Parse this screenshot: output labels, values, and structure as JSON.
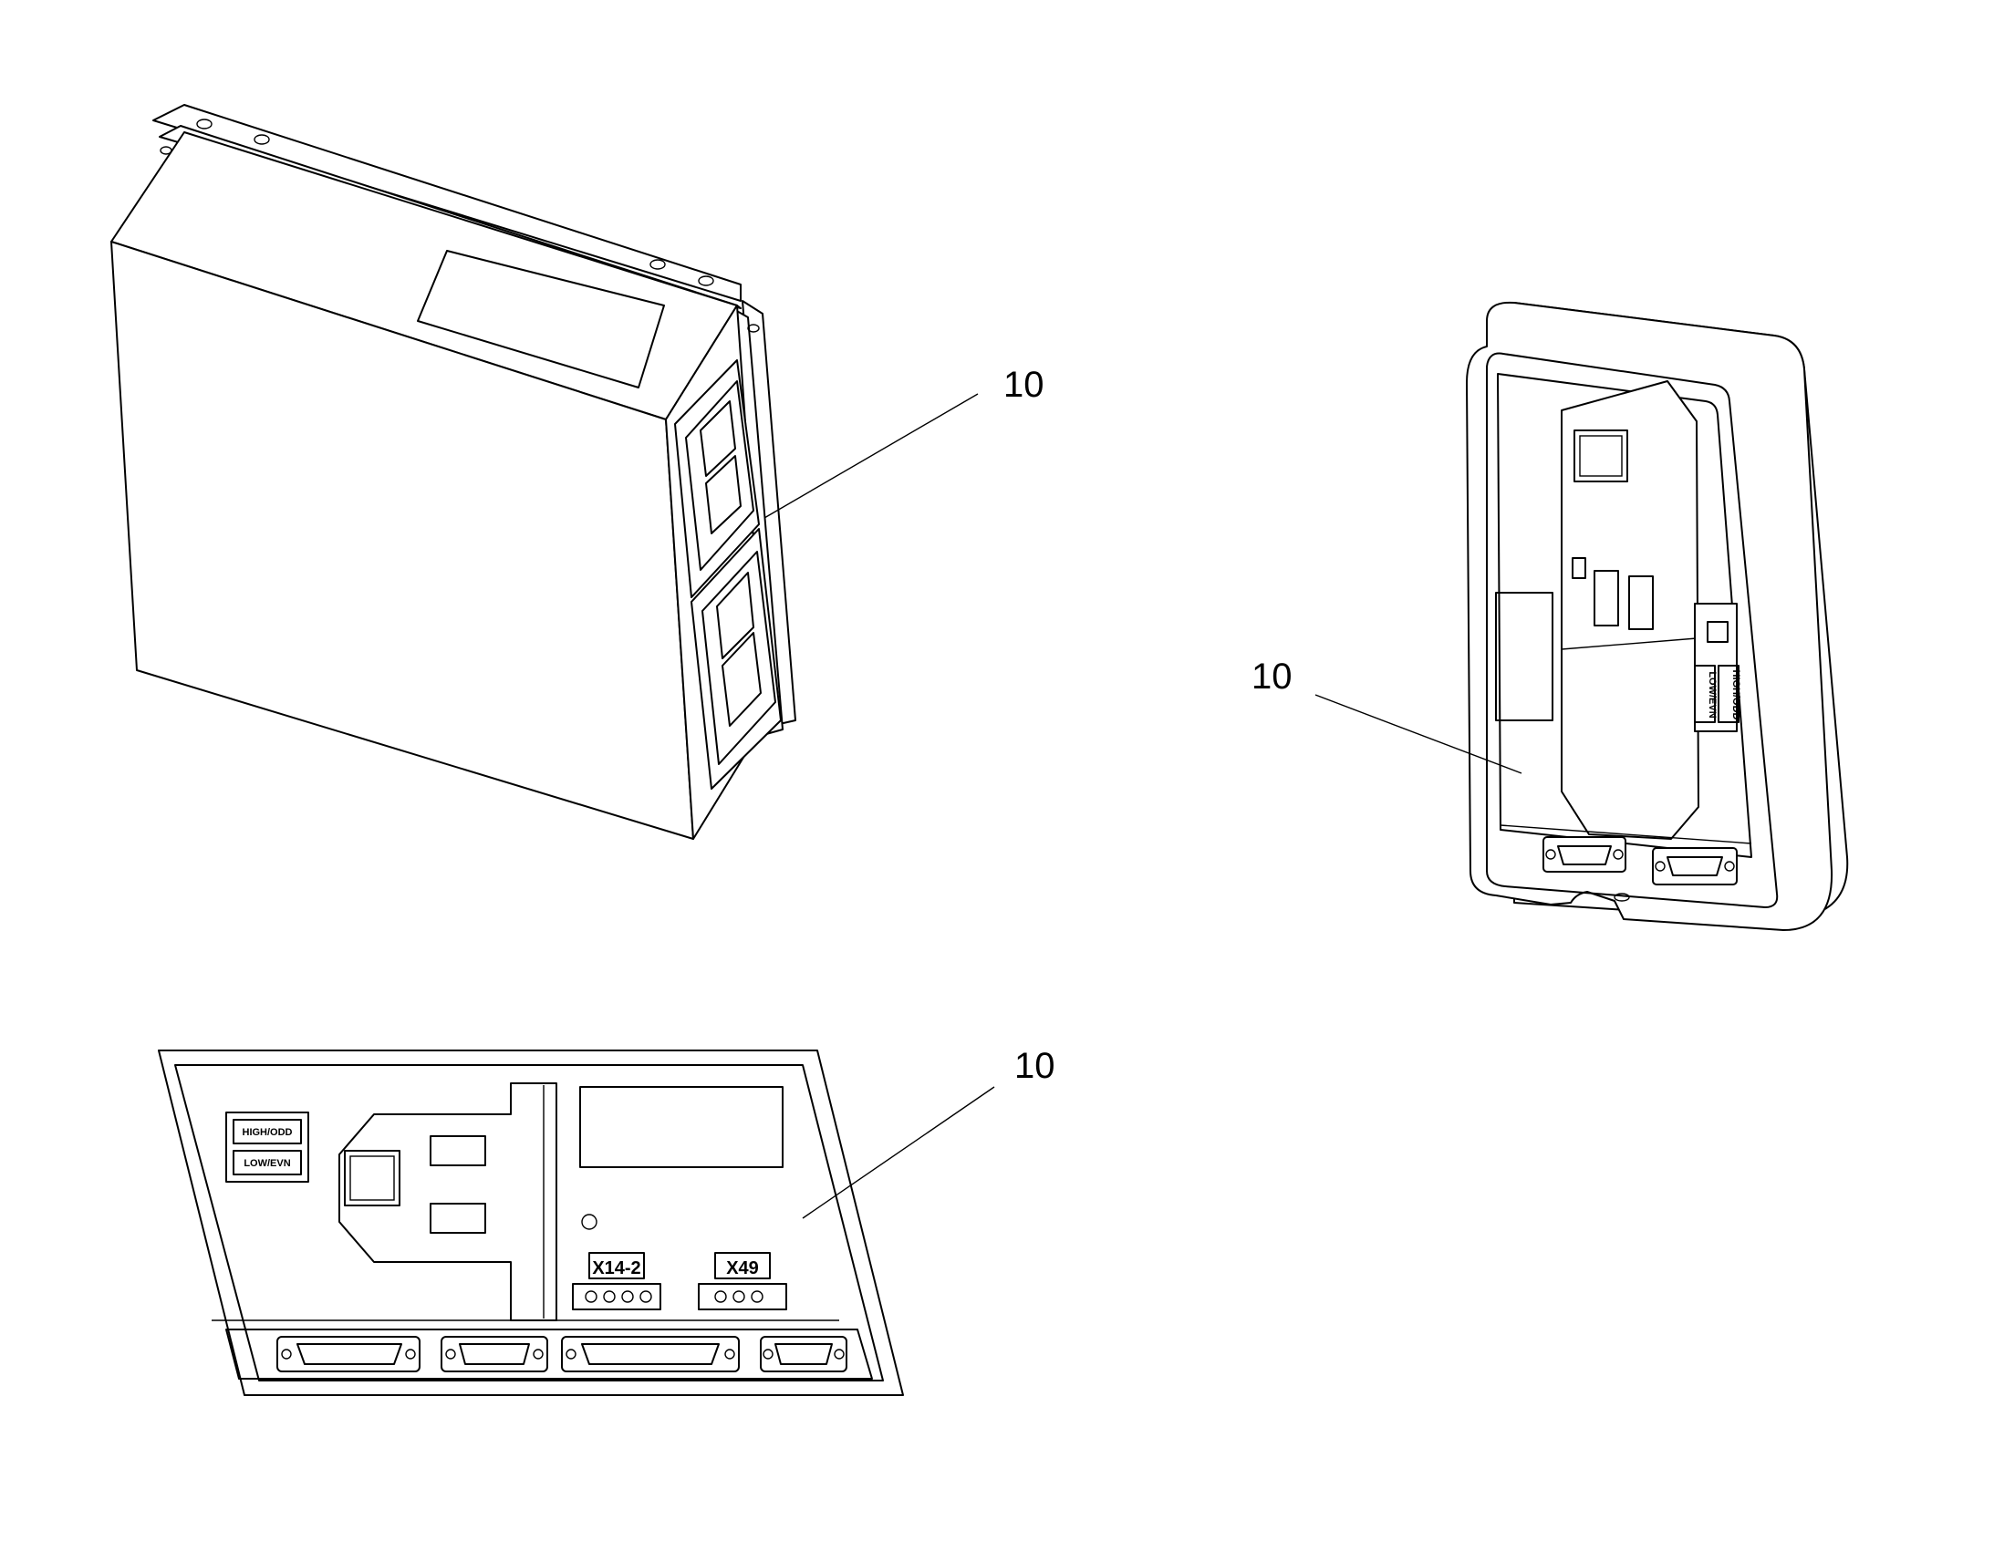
{
  "figure": {
    "callouts": {
      "enclosure": "10",
      "pendant": "10",
      "board": "10"
    },
    "board_labels": {
      "high_odd": "HIGH/ODD",
      "low_evn": "LOW/EVN",
      "x14_2": "X14-2",
      "x49": "X49"
    },
    "pendant_labels": {
      "high_odd": "HIGH/ODD",
      "low_evn": "LOW/EVN"
    }
  }
}
